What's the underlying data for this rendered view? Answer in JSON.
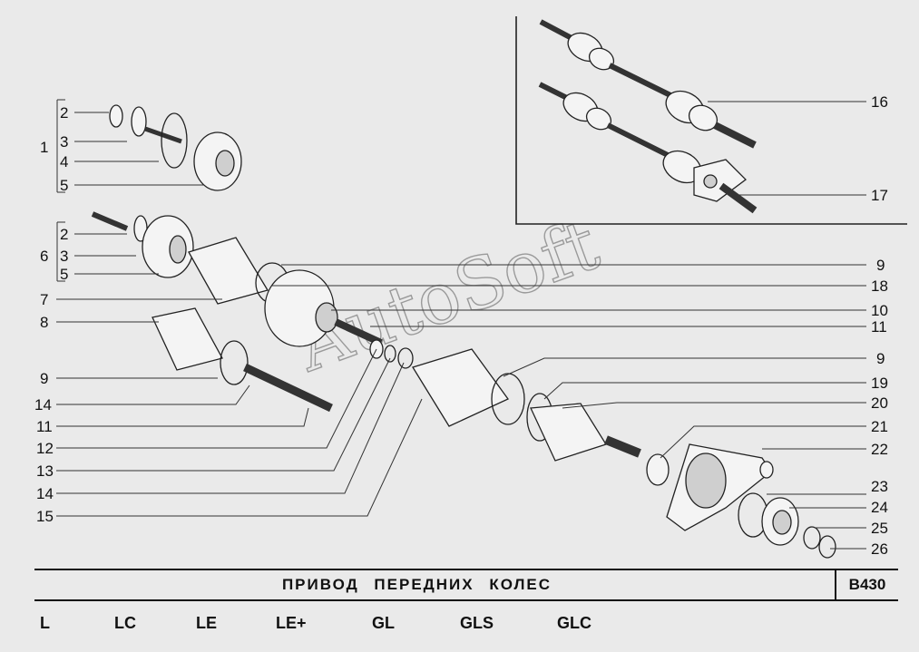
{
  "watermark": "AutoSoft",
  "callouts": {
    "c1": "1",
    "c2a": "2",
    "c3a": "3",
    "c4": "4",
    "c5a": "5",
    "c6": "6",
    "c2b": "2",
    "c3b": "3",
    "c5b": "5",
    "c7": "7",
    "c8": "8",
    "c9l": "9",
    "c14l": "14",
    "c11l": "11",
    "c12": "12",
    "c13": "13",
    "c14b": "14",
    "c15": "15",
    "c16": "16",
    "c17": "17",
    "c9r": "9",
    "c18": "18",
    "c10": "10",
    "c11r": "11",
    "c9r2": "9",
    "c19": "19",
    "c20": "20",
    "c21": "21",
    "c22": "22",
    "c23": "23",
    "c24": "24",
    "c25": "25",
    "c26": "26"
  },
  "title": "ПРИВОД   ПЕРЕДНИХ   КОЛЕС",
  "code": "B430",
  "versions": [
    "L",
    "LC",
    "LE",
    "LE+",
    "GL",
    "GLS",
    "GLC"
  ]
}
